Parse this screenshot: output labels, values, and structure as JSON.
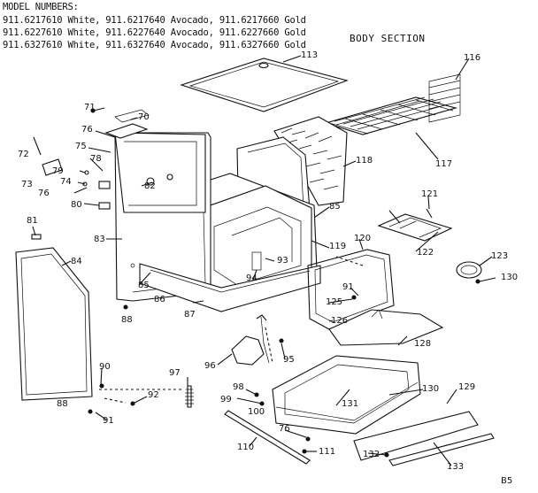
{
  "header": {
    "title": "MODEL NUMBERS:",
    "model_lines": [
      "911.6217610 White,  911.6217640 Avocado,  911.6217660 Gold",
      "911.6227610 White,  911.6227640 Avocado,  911.6227660 Gold",
      "911.6327610 White,  911.6327640 Avocado,  911.6327660 Gold"
    ],
    "section": "BODY SECTION"
  },
  "page_id": "B5",
  "callouts": [
    {
      "id": "113",
      "text": "113"
    },
    {
      "id": "116",
      "text": "116"
    },
    {
      "id": "117",
      "text": "117"
    },
    {
      "id": "118",
      "text": "118"
    },
    {
      "id": "71",
      "text": "71"
    },
    {
      "id": "70",
      "text": "70"
    },
    {
      "id": "76a",
      "text": "76"
    },
    {
      "id": "75",
      "text": "75"
    },
    {
      "id": "72",
      "text": "72"
    },
    {
      "id": "73",
      "text": "73"
    },
    {
      "id": "78",
      "text": "78"
    },
    {
      "id": "79",
      "text": "79"
    },
    {
      "id": "74",
      "text": "74"
    },
    {
      "id": "76b",
      "text": "76"
    },
    {
      "id": "80",
      "text": "80"
    },
    {
      "id": "82",
      "text": "82"
    },
    {
      "id": "81",
      "text": "81"
    },
    {
      "id": "83",
      "text": "83"
    },
    {
      "id": "84",
      "text": "84"
    },
    {
      "id": "85a",
      "text": "85"
    },
    {
      "id": "85b",
      "text": "85"
    },
    {
      "id": "86",
      "text": "86"
    },
    {
      "id": "87",
      "text": "87"
    },
    {
      "id": "88a",
      "text": "88"
    },
    {
      "id": "93",
      "text": "93"
    },
    {
      "id": "94",
      "text": "94"
    },
    {
      "id": "119",
      "text": "119"
    },
    {
      "id": "120",
      "text": "120"
    },
    {
      "id": "121",
      "text": "121"
    },
    {
      "id": "122",
      "text": "122"
    },
    {
      "id": "123",
      "text": "123"
    },
    {
      "id": "130a",
      "text": "130"
    },
    {
      "id": "91a",
      "text": "91"
    },
    {
      "id": "125",
      "text": "125"
    },
    {
      "id": "126",
      "text": "126"
    },
    {
      "id": "128",
      "text": "128"
    },
    {
      "id": "95",
      "text": "95"
    },
    {
      "id": "96",
      "text": "96"
    },
    {
      "id": "97",
      "text": "97"
    },
    {
      "id": "90",
      "text": "90"
    },
    {
      "id": "92",
      "text": "92"
    },
    {
      "id": "88b",
      "text": "88"
    },
    {
      "id": "91b",
      "text": "91"
    },
    {
      "id": "98",
      "text": "98"
    },
    {
      "id": "99",
      "text": "99"
    },
    {
      "id": "100",
      "text": "100"
    },
    {
      "id": "131",
      "text": "131"
    },
    {
      "id": "130b",
      "text": "130"
    },
    {
      "id": "129",
      "text": "129"
    },
    {
      "id": "76c",
      "text": "76"
    },
    {
      "id": "110",
      "text": "110"
    },
    {
      "id": "111",
      "text": "111"
    },
    {
      "id": "132",
      "text": "132"
    },
    {
      "id": "133",
      "text": "133"
    }
  ]
}
